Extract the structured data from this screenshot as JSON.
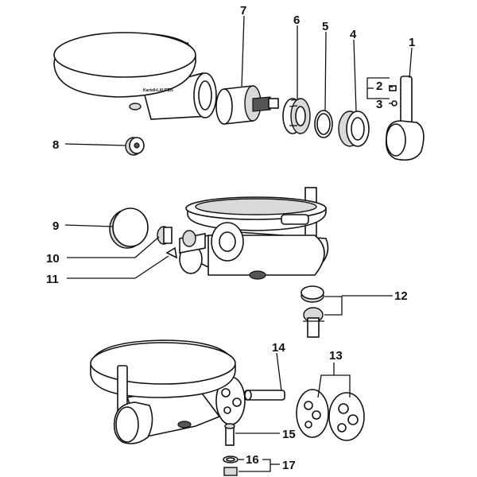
{
  "brand_text": "Kartell•LAUFEN",
  "callouts": {
    "c1": "1",
    "c2": "2",
    "c3": "3",
    "c4": "4",
    "c5": "5",
    "c6": "6",
    "c7": "7",
    "c8": "8",
    "c9": "9",
    "c10": "10",
    "c11": "11",
    "c12": "12",
    "c13": "13",
    "c14": "14",
    "c15": "15",
    "c16": "16",
    "c17": "17"
  }
}
